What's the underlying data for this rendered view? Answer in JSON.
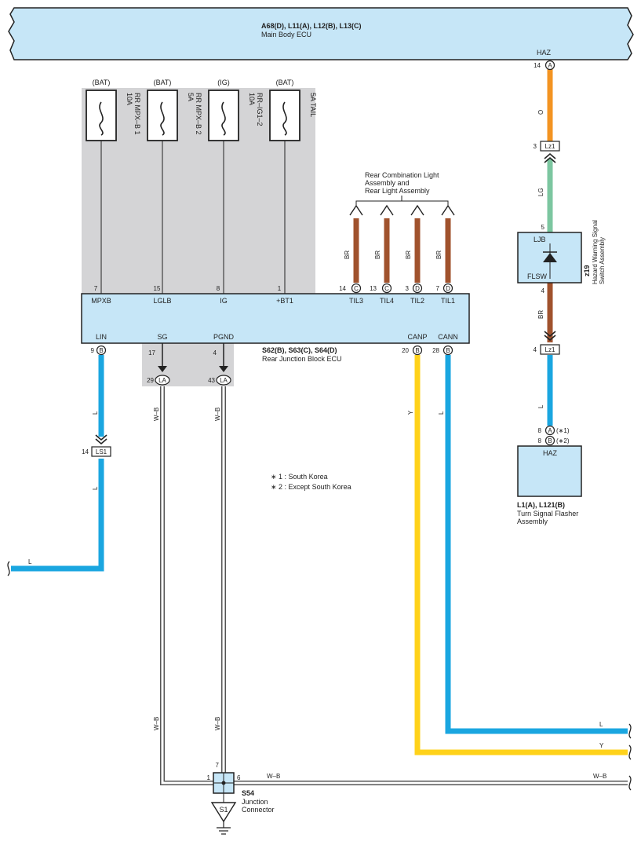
{
  "colors": {
    "ecu_fill": "#c6e6f7",
    "gray_box": "#d4d4d6",
    "wire_L": "#1aa6e0",
    "wire_Y": "#ffd21a",
    "wire_BR": "#a0522d",
    "wire_O": "#f39422",
    "wire_LG": "#7cc6a0",
    "wire_WB": "#7a7a7a"
  },
  "main_body_ecu": {
    "code": "A68(D), L11(A), L12(B), L13(C)",
    "name": "Main Body ECU",
    "haz_label": "HAZ",
    "haz_pin": "14",
    "haz_conn": "A"
  },
  "fuses": [
    {
      "supply": "(BAT)",
      "rating": "10A",
      "name": "RR MPX–B 1"
    },
    {
      "supply": "(BAT)",
      "rating": "5A",
      "name": "RR MPX–B 2"
    },
    {
      "supply": "(IG)",
      "rating": "10A",
      "name": "RR–IG1–2"
    },
    {
      "supply": "(BAT)",
      "rating": "",
      "name": "5A TAIL"
    }
  ],
  "rjb": {
    "code": "S62(B), S63(C), S64(D)",
    "name": "Rear Junction Block ECU",
    "top_pins": [
      {
        "num": "7",
        "name": "MPXB"
      },
      {
        "num": "15",
        "name": "LGLB"
      },
      {
        "num": "8",
        "name": "IG"
      },
      {
        "num": "1",
        "name": "+BT1"
      }
    ],
    "til_pins": [
      {
        "num": "14",
        "conn": "C",
        "name": "TIL3",
        "wire": "BR"
      },
      {
        "num": "13",
        "conn": "C",
        "name": "TIL4",
        "wire": "BR"
      },
      {
        "num": "3",
        "conn": "D",
        "name": "TIL2",
        "wire": "BR"
      },
      {
        "num": "7",
        "conn": "D",
        "name": "TIL1",
        "wire": "BR"
      }
    ],
    "bottom_pins": [
      {
        "num": "9",
        "conn": "B",
        "name": "LIN"
      },
      {
        "num": "17",
        "conn": "",
        "name": "SG"
      },
      {
        "num": "4",
        "conn": "",
        "name": "PGND"
      },
      {
        "num": "20",
        "conn": "B",
        "name": "CANP"
      },
      {
        "num": "28",
        "conn": "B",
        "name": "CANN"
      }
    ],
    "la_pins": [
      {
        "num": "29",
        "conn": "LA"
      },
      {
        "num": "43",
        "conn": "LA"
      }
    ]
  },
  "rear_lights_label": [
    "Rear Combination Light",
    "Assembly and",
    "Rear Light Assembly"
  ],
  "hazard_switch": {
    "code": "z19",
    "name_lines": [
      "Hazard Warning Signal",
      "Switch Assembly"
    ],
    "ljb": "LJB",
    "flsw": "FLSW",
    "pin_in": "5",
    "pin_out": "4"
  },
  "connectors": {
    "lz1_top": {
      "pin": "3",
      "label": "Lz1"
    },
    "lz1_bottom": {
      "pin": "4",
      "label": "Lz1"
    },
    "ls1": {
      "pin": "14",
      "label": "LS1"
    }
  },
  "flasher": {
    "code": "L1(A), L121(B)",
    "name_lines": [
      "Turn Signal Flasher",
      "Assembly"
    ],
    "label": "HAZ",
    "pin_a": {
      "num": "8",
      "conn": "A",
      "note": "(∗1)"
    },
    "pin_b": {
      "num": "8",
      "conn": "B",
      "note": "(∗2)"
    }
  },
  "notes": [
    "∗ 1 : South Korea",
    "∗ 2 : Except South Korea"
  ],
  "junction": {
    "code": "S54",
    "name_lines": [
      "Junction",
      "Connector"
    ],
    "pin_left": "1",
    "pin_top": "7",
    "pin_right": "6",
    "ground": "S1"
  },
  "wire_labels": {
    "O": "O",
    "LG": "LG",
    "BR": "BR",
    "L": "L",
    "Y": "Y",
    "WB": "W–B"
  }
}
